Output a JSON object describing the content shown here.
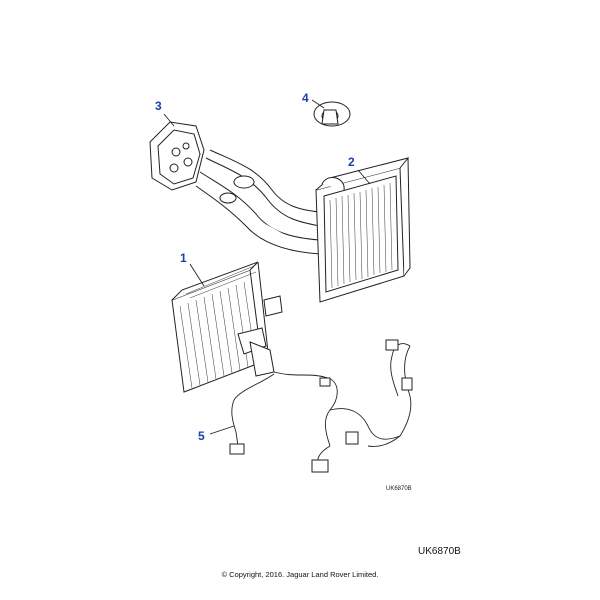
{
  "diagram": {
    "callouts": [
      {
        "id": "1",
        "label": "1"
      },
      {
        "id": "2",
        "label": "2"
      },
      {
        "id": "3",
        "label": "3"
      },
      {
        "id": "4",
        "label": "4"
      },
      {
        "id": "5",
        "label": "5"
      }
    ],
    "drawing_code": "UK6870B",
    "callout_color": "#1a3fb0"
  },
  "footer": {
    "reference_code": "UK6870B",
    "copyright": "© Copyright, 2016. Jaguar Land Rover Limited."
  }
}
